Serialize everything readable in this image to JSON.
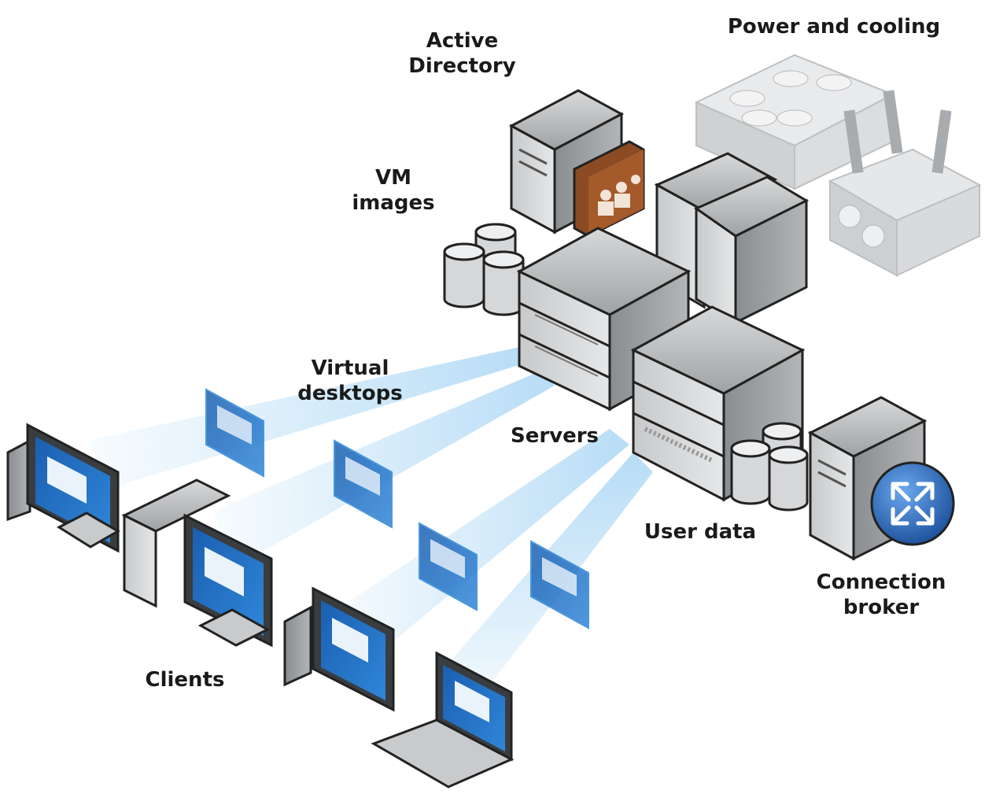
{
  "diagram": {
    "labels": {
      "active_directory": "Active\nDirectory",
      "power_cooling": "Power and cooling",
      "vm_images": "VM\nimages",
      "virtual_desktops": "Virtual\ndesktops",
      "servers": "Servers",
      "user_data": "User data",
      "connection_broker": "Connection\nbroker",
      "clients": "Clients"
    },
    "icons": [
      "server-tower-icon",
      "directory-book-icon",
      "hvac-unit-icon",
      "transformer-icon",
      "database-cylinders-icon",
      "rack-server-icon",
      "virtual-desktop-icon",
      "desktop-monitor-icon",
      "laptop-icon",
      "broker-arrows-icon"
    ],
    "colors": {
      "beam": "#7cc0ef",
      "screen": "#1f73c9",
      "server": "#8f9294",
      "book": "#8b4a22",
      "broker": "#2f6fc0"
    }
  }
}
